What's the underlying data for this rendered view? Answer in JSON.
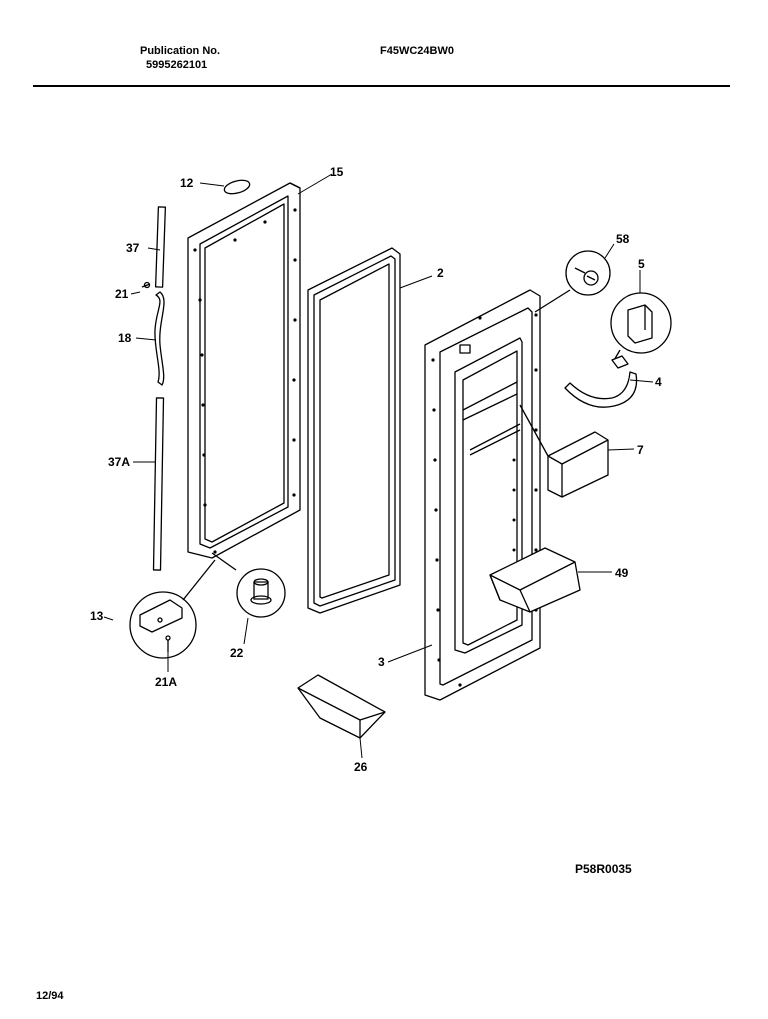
{
  "header": {
    "publication_label": "Publication No.",
    "publication_number": "5995262101",
    "model": "F45WC24BW0"
  },
  "parts": {
    "p12": "12",
    "p15": "15",
    "p37": "37",
    "p21": "21",
    "p18": "18",
    "p37A": "37A",
    "p13": "13",
    "p21A": "21A",
    "p22": "22",
    "p2": "2",
    "p58": "58",
    "p5": "5",
    "p4": "4",
    "p7": "7",
    "p49": "49",
    "p3": "3",
    "p26": "26"
  },
  "diagram_code": "P58R0035",
  "footer_date": "12/94"
}
